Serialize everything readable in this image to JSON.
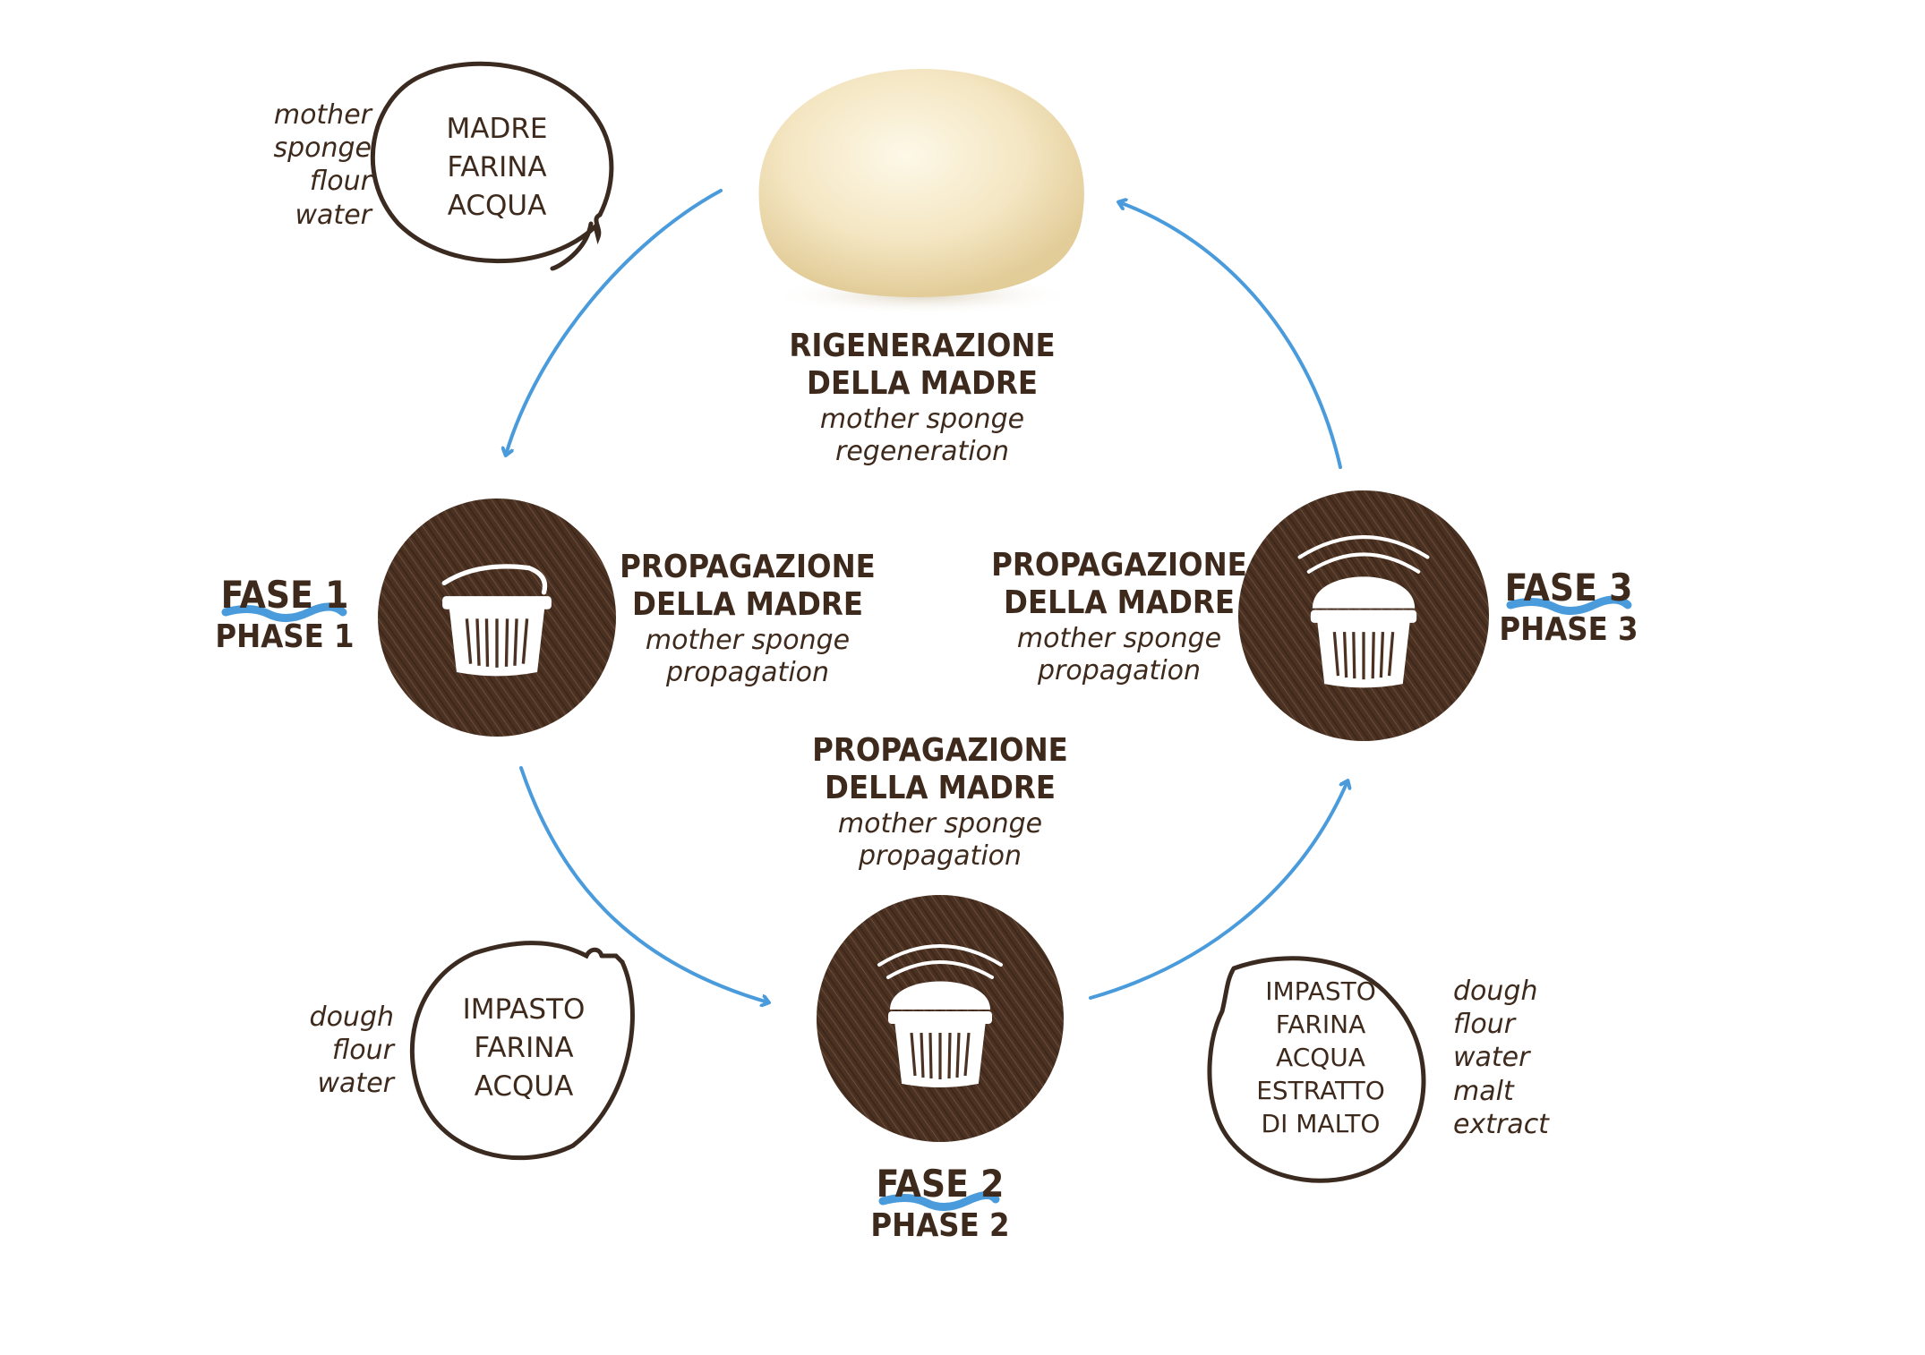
{
  "colors": {
    "brown": "#4a3122",
    "text": "#3e2a1c",
    "arrow": "#4a9bdc",
    "bubble_outline": "#3a2a20",
    "dough": "#f4e6c2"
  },
  "center": {
    "title_lines": [
      "RIGENERAZIONE",
      "DELLA MADRE"
    ],
    "sub_lines": [
      "mother sponge",
      "regeneration"
    ]
  },
  "propagation": [
    {
      "title_lines": [
        "PROPAGAZIONE",
        "DELLA MADRE"
      ],
      "sub_lines": [
        "mother sponge",
        "propagation"
      ]
    },
    {
      "title_lines": [
        "PROPAGAZIONE",
        "DELLA MADRE"
      ],
      "sub_lines": [
        "mother sponge",
        "propagation"
      ]
    },
    {
      "title_lines": [
        "PROPAGAZIONE",
        "DELLA MADRE"
      ],
      "sub_lines": [
        "mother sponge",
        "propagation"
      ]
    }
  ],
  "phases": [
    {
      "fase": "FASE 1",
      "phase": "PHASE 1",
      "icon": "bucket-icon"
    },
    {
      "fase": "FASE 2",
      "phase": "PHASE 2",
      "icon": "bucket-rising-icon"
    },
    {
      "fase": "FASE 3",
      "phase": "PHASE 3",
      "icon": "bucket-rising-icon"
    }
  ],
  "bubbles": [
    {
      "italian": [
        "MADRE",
        "FARINA",
        "ACQUA"
      ],
      "english": [
        "mother",
        "sponge",
        "flour",
        "water"
      ]
    },
    {
      "italian": [
        "IMPASTO",
        "FARINA",
        "ACQUA"
      ],
      "english": [
        "dough",
        "flour",
        "water"
      ]
    },
    {
      "italian": [
        "IMPASTO",
        "FARINA",
        "ACQUA",
        "ESTRATTO",
        "DI MALTO"
      ],
      "english": [
        "dough",
        "flour",
        "water",
        "malt",
        "extract"
      ]
    }
  ]
}
